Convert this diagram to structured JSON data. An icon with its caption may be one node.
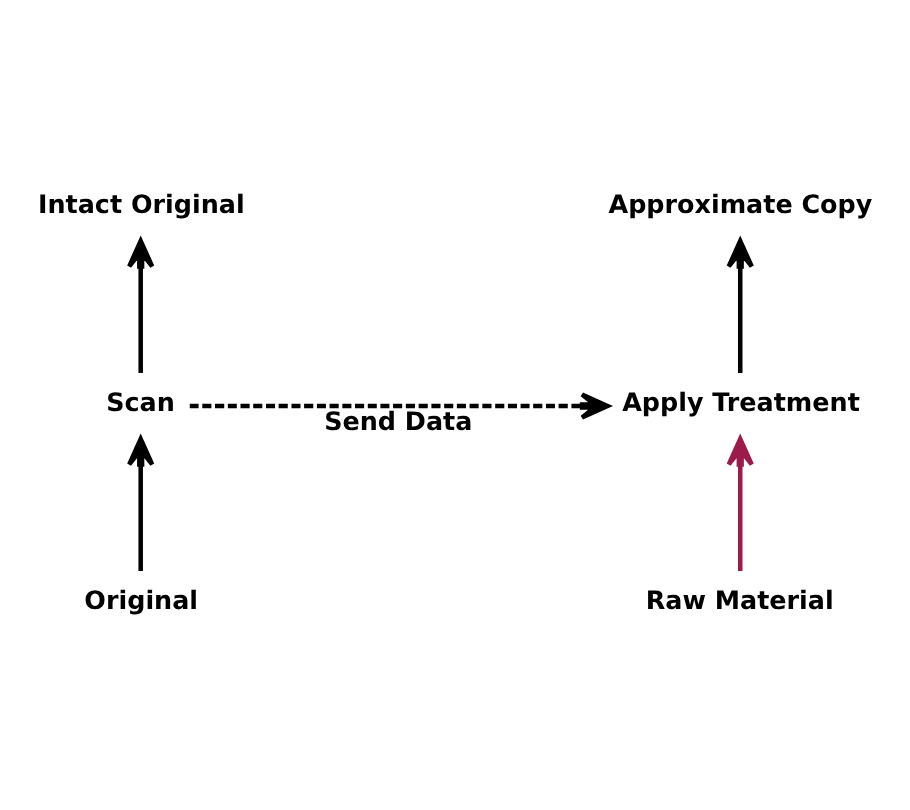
{
  "diagram": {
    "nodes": [
      {
        "text": [
          "Intact Original"
        ]
      },
      {
        "text": [
          "Approximate Copy"
        ]
      },
      {
        "text": [
          "Scan"
        ]
      },
      {
        "text": [
          "Apply Treatment"
        ]
      },
      {
        "text": [
          "Original"
        ]
      },
      {
        "text": [
          "Raw Material"
        ]
      }
    ],
    "edges": [
      {
        "from": 4,
        "to": 2,
        "arrow": "to"
      },
      {
        "from": 2,
        "to": 0,
        "arrow": "to"
      },
      {
        "from": 2,
        "to": 3,
        "arrow": "to",
        "label": "Send Data",
        "style": "dashed"
      },
      {
        "from": 5,
        "to": 3,
        "arrow": "to",
        "color": "#9b1b4a"
      },
      {
        "from": 3,
        "to": 1,
        "arrow": "to"
      }
    ]
  }
}
